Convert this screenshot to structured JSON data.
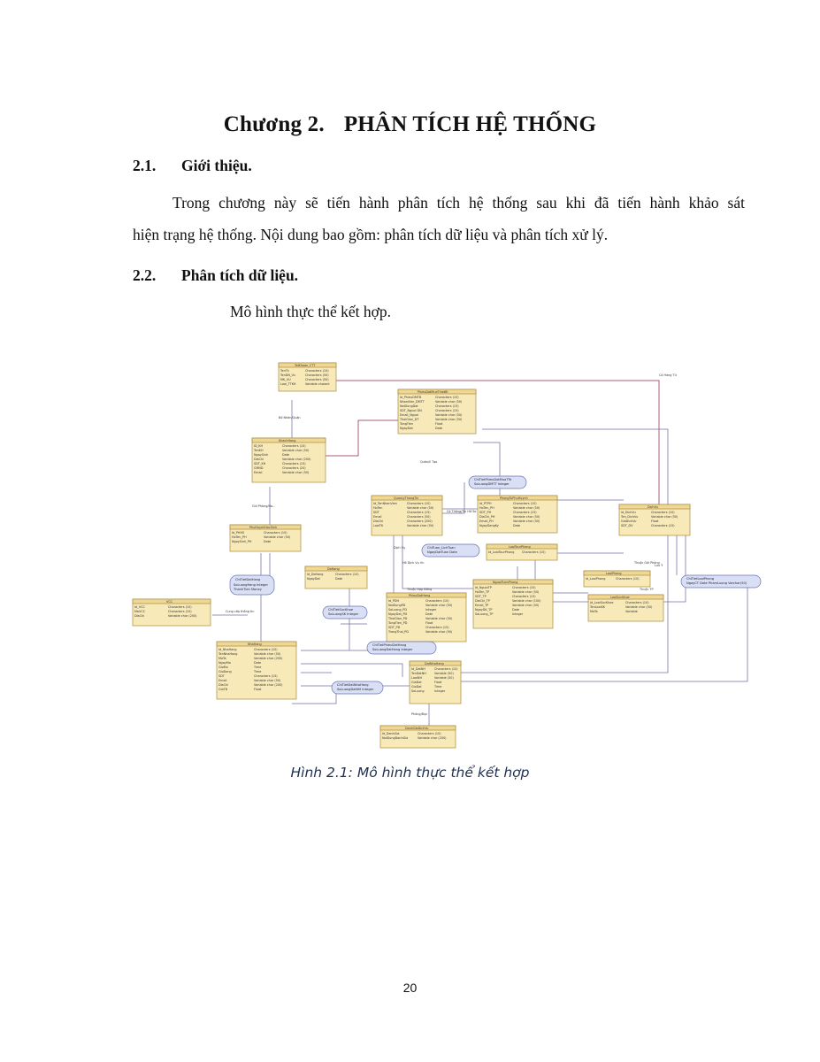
{
  "chapter": {
    "number": "Chương 2.",
    "title": "PHÂN TÍCH HỆ THỐNG"
  },
  "sections": [
    {
      "number": "2.1.",
      "title": "Giới thiệu."
    },
    {
      "number": "2.2.",
      "title": "Phân tích dữ liệu."
    }
  ],
  "intro": {
    "line1": "Trong chương này sẽ tiến hành phân tích hệ thống sau khi đã tiến hành khảo sát",
    "line2": "hiện trạng hệ thống. Nội dung bao gồm: phân tích dữ liệu và phân tích xử lý."
  },
  "data_analysis_text": "Mô hình thực thể kết hợp.",
  "figure": {
    "caption": "Hình 2.1: Mô hình thực thể kết hợp"
  },
  "page_number": "20",
  "colors": {
    "entity_fill": "#f7eab8",
    "entity_header": "#efd894",
    "relationship_fill": "#d9dff5",
    "link": "#7a6fa3"
  }
}
